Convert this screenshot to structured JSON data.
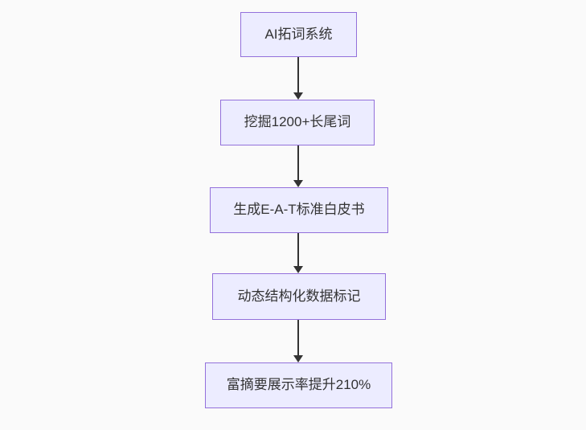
{
  "diagram": {
    "type": "flowchart",
    "direction": "top-down",
    "nodes": [
      {
        "id": "step-1",
        "label": "AI拓词系统"
      },
      {
        "id": "step-2",
        "label": "挖掘1200+长尾词"
      },
      {
        "id": "step-3",
        "label": "生成E-A-T标准白皮书"
      },
      {
        "id": "step-4",
        "label": "动态结构化数据标记"
      },
      {
        "id": "step-5",
        "label": "富摘要展示率提升210%"
      }
    ],
    "edges": [
      {
        "from": "step-1",
        "to": "step-2"
      },
      {
        "from": "step-2",
        "to": "step-3"
      },
      {
        "from": "step-3",
        "to": "step-4"
      },
      {
        "from": "step-4",
        "to": "step-5"
      }
    ],
    "colors": {
      "background": "#fafafa",
      "node_fill": "#ECECFF",
      "node_border": "#9370DB",
      "arrow": "#333333",
      "text": "#333333"
    }
  }
}
